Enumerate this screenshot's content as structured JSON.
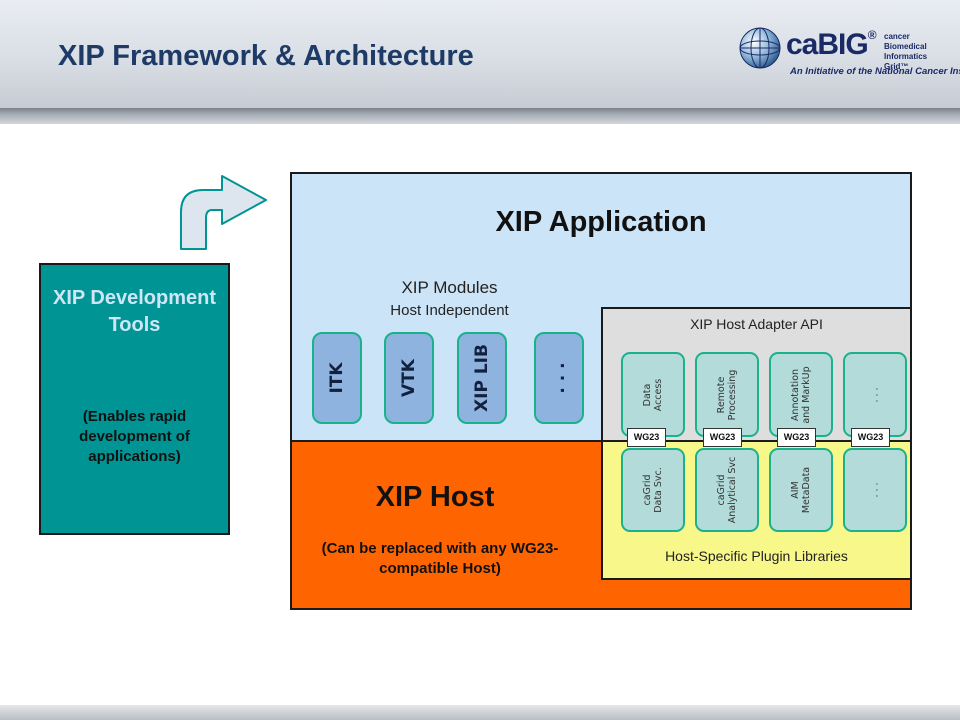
{
  "header": {
    "title": "XIP Framework & Architecture"
  },
  "logo": {
    "mark": "caBIG",
    "trademark": "®",
    "subtext": "cancer Biomedical Informatics Grid™",
    "tagline": "An Initiative of the National Cancer Institute"
  },
  "dev_tools": {
    "title": "XIP Development Tools",
    "description": "(Enables rapid development of applications)"
  },
  "application": {
    "title": "XIP Application",
    "modules_title": "XIP Modules",
    "modules_subtitle": "Host Independent",
    "modules": [
      "ITK",
      "VTK",
      "XIP LIB",
      ". . ."
    ]
  },
  "host": {
    "title": "XIP Host",
    "description": "(Can be replaced with any WG23-compatible Host)"
  },
  "adapter": {
    "title": "XIP Host Adapter API",
    "components": [
      "Data\nAccess",
      "Remote\nProcessing",
      "Annotation\nand MarkUp",
      ". . ."
    ]
  },
  "plugins": {
    "title": "Host-Specific Plugin Libraries",
    "items": [
      "caGrid\nData Svc.",
      "caGrid\nAnalytical Svc",
      "AIM\nMetaData",
      ". . ."
    ],
    "interface_label": "WG23"
  },
  "colors": {
    "title": "#1e3a66",
    "application": "#cce4f7",
    "host": "#fe6500",
    "adapter": "#dedede",
    "plugins": "#f7f78a",
    "dev_tools": "#009494",
    "module": "#8eb3df",
    "plugin": "#b2dbda"
  }
}
